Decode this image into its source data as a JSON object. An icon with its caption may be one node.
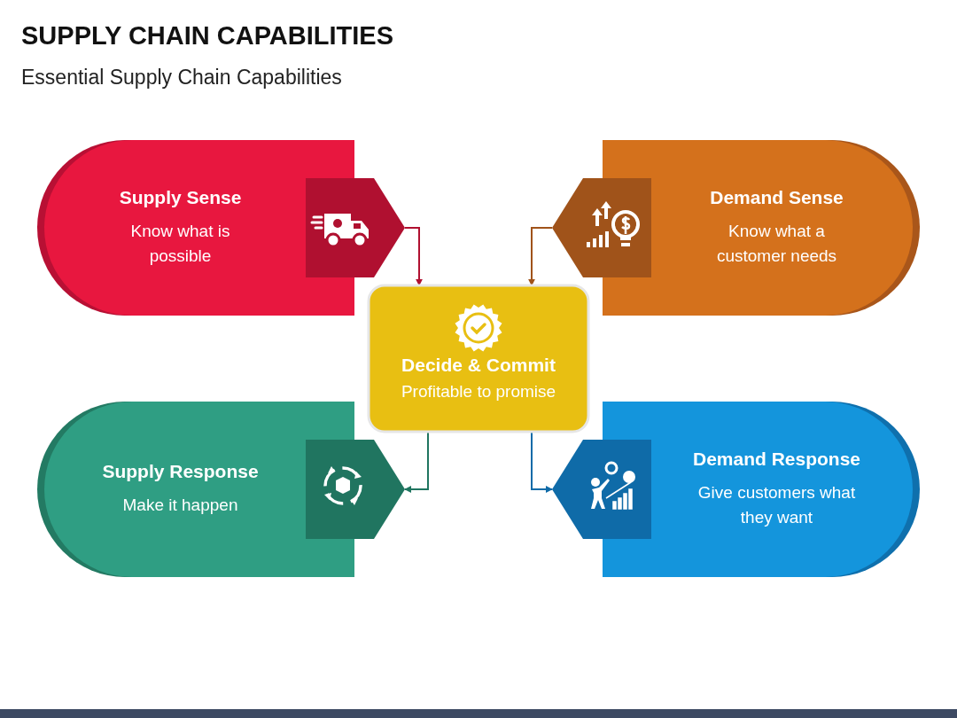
{
  "diagram": {
    "title": "SUPPLY CHAIN CAPABILITIES",
    "caption": "Essential Supply Chain Capabilities",
    "nodes": [
      {
        "text": [
          "Supply Sense",
          "Know what is possible"
        ]
      },
      {
        "text": [
          "Demand Sense",
          "Know what a customer needs"
        ]
      },
      {
        "text": [
          "Supply Response",
          "Make it happen"
        ]
      },
      {
        "text": [
          "Demand Response",
          "Give customers what they want"
        ]
      },
      {
        "text": [
          "Decide & Commit",
          "Profitable to promise"
        ]
      }
    ],
    "edges": [
      {
        "from": 0,
        "to": 4,
        "arrow": "to",
        "color": "#b01030"
      },
      {
        "from": 1,
        "to": 4,
        "arrow": "to",
        "color": "#a0531a"
      },
      {
        "from": 4,
        "to": 2,
        "arrow": "to",
        "color": "#207560"
      },
      {
        "from": 4,
        "to": 3,
        "arrow": "to",
        "color": "#0f6ba8"
      }
    ]
  }
}
